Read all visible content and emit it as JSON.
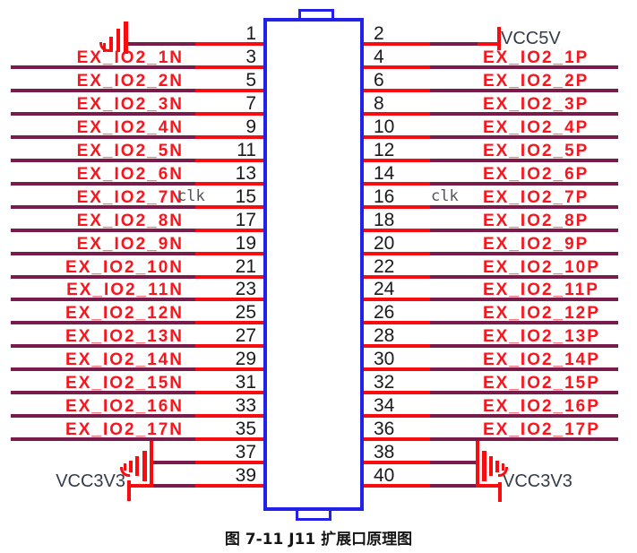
{
  "caption": "图 7-11 J11 扩展口原理图",
  "power_labels": {
    "vcc5v": "VCC5V",
    "vcc3v3_left": "VCC3V3",
    "vcc3v3_right": "VCC3V3"
  },
  "clk_notes": {
    "left": "clk",
    "right": "clk"
  },
  "colors": {
    "wire_dark": "#7A1C4B",
    "wire_red": "#F90C0F",
    "connector_blue": "#2121E8",
    "label_red": "#FA141C",
    "number_color": "#1B1B1D",
    "power_text": "#343B49",
    "clk_color": "#52525C",
    "caption_color": "#151515"
  },
  "rows": [
    {
      "left_pin": "1",
      "right_pin": "2",
      "left_label": "",
      "right_label": "",
      "left_type": "ground",
      "right_type": "vcc5v"
    },
    {
      "left_pin": "3",
      "right_pin": "4",
      "left_label": "EX_IO2_1N",
      "right_label": "EX_IO2_1P",
      "left_type": "signal",
      "right_type": "signal"
    },
    {
      "left_pin": "5",
      "right_pin": "6",
      "left_label": "EX_IO2_2N",
      "right_label": "EX_IO2_2P",
      "left_type": "signal",
      "right_type": "signal"
    },
    {
      "left_pin": "7",
      "right_pin": "8",
      "left_label": "EX_IO2_3N",
      "right_label": "EX_IO2_3P",
      "left_type": "signal",
      "right_type": "signal"
    },
    {
      "left_pin": "9",
      "right_pin": "10",
      "left_label": "EX_IO2_4N",
      "right_label": "EX_IO2_4P",
      "left_type": "signal",
      "right_type": "signal"
    },
    {
      "left_pin": "11",
      "right_pin": "12",
      "left_label": "EX_IO2_5N",
      "right_label": "EX_IO2_5P",
      "left_type": "signal",
      "right_type": "signal"
    },
    {
      "left_pin": "13",
      "right_pin": "14",
      "left_label": "EX_IO2_6N",
      "right_label": "EX_IO2_6P",
      "left_type": "signal",
      "right_type": "signal"
    },
    {
      "left_pin": "15",
      "right_pin": "16",
      "left_label": "EX_IO2_7N",
      "right_label": "EX_IO2_7P",
      "left_type": "signal",
      "right_type": "signal"
    },
    {
      "left_pin": "17",
      "right_pin": "18",
      "left_label": "EX_IO2_8N",
      "right_label": "EX_IO2_8P",
      "left_type": "signal",
      "right_type": "signal"
    },
    {
      "left_pin": "19",
      "right_pin": "20",
      "left_label": "EX_IO2_9N",
      "right_label": "EX_IO2_9P",
      "left_type": "signal",
      "right_type": "signal"
    },
    {
      "left_pin": "21",
      "right_pin": "22",
      "left_label": "EX_IO2_10N",
      "right_label": "EX_IO2_10P",
      "left_type": "signal",
      "right_type": "signal"
    },
    {
      "left_pin": "23",
      "right_pin": "24",
      "left_label": "EX_IO2_11N",
      "right_label": "EX_IO2_11P",
      "left_type": "signal",
      "right_type": "signal"
    },
    {
      "left_pin": "25",
      "right_pin": "26",
      "left_label": "EX_IO2_12N",
      "right_label": "EX_IO2_12P",
      "left_type": "signal",
      "right_type": "signal"
    },
    {
      "left_pin": "27",
      "right_pin": "28",
      "left_label": "EX_IO2_13N",
      "right_label": "EX_IO2_13P",
      "left_type": "signal",
      "right_type": "signal"
    },
    {
      "left_pin": "29",
      "right_pin": "30",
      "left_label": "EX_IO2_14N",
      "right_label": "EX_IO2_14P",
      "left_type": "signal",
      "right_type": "signal"
    },
    {
      "left_pin": "31",
      "right_pin": "32",
      "left_label": "EX_IO2_15N",
      "right_label": "EX_IO2_15P",
      "left_type": "signal",
      "right_type": "signal"
    },
    {
      "left_pin": "33",
      "right_pin": "34",
      "left_label": "EX_IO2_16N",
      "right_label": "EX_IO2_16P",
      "left_type": "signal",
      "right_type": "signal"
    },
    {
      "left_pin": "35",
      "right_pin": "36",
      "left_label": "EX_IO2_17N",
      "right_label": "EX_IO2_17P",
      "left_type": "signal",
      "right_type": "signal"
    },
    {
      "left_pin": "37",
      "right_pin": "38",
      "left_label": "",
      "right_label": "",
      "left_type": "rail37",
      "right_type": "rail38"
    },
    {
      "left_pin": "39",
      "right_pin": "40",
      "left_label": "",
      "right_label": "",
      "left_type": "rail39",
      "right_type": "rail40"
    }
  ]
}
